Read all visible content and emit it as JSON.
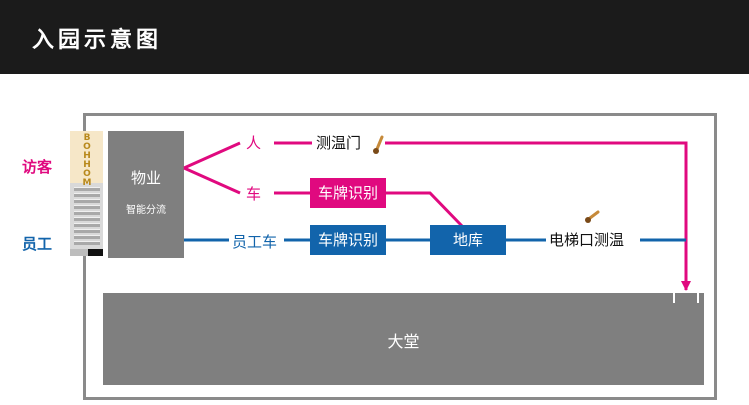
{
  "header": {
    "title": "入园示意图"
  },
  "side_labels": {
    "visitor": "访客",
    "employee": "员工"
  },
  "gate": {
    "brand_letters": [
      "B",
      "O",
      "H",
      "H",
      "O",
      "M"
    ]
  },
  "property": {
    "title": "物业",
    "subtitle": "智能分流"
  },
  "nodes": {
    "person": "人",
    "car": "车",
    "temp_gate": "测温门",
    "plate_visitor": "车牌识别",
    "employee_car": "员工车",
    "plate_employee": "车牌识别",
    "garage": "地库",
    "elevator_temp": "电梯口测温"
  },
  "lobby": {
    "label": "大堂"
  },
  "colors": {
    "visitor": "#e0097f",
    "employee": "#1264ab",
    "building": "#7f7f7f",
    "header": "#1b1b1b"
  }
}
